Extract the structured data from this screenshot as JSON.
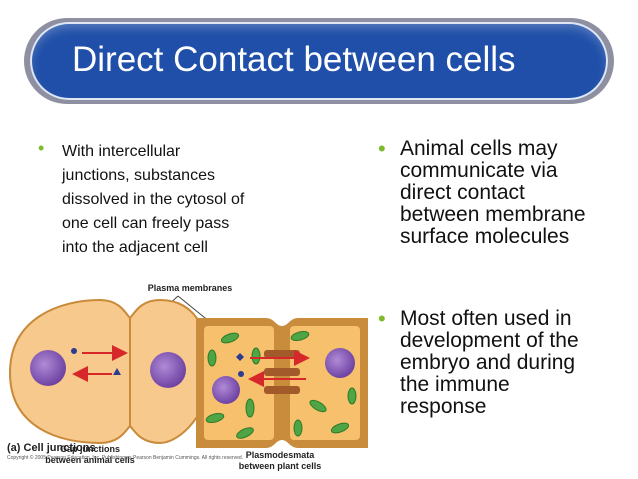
{
  "title": "Direct Contact between cells",
  "left_bullet": {
    "lines": [
      "With intercellular",
      "junctions, substances",
      "dissolved in the cytosol of",
      "one cell can freely pass",
      "into the adjacent cell"
    ]
  },
  "right_bullets": [
    {
      "lines": [
        "Animal cells may",
        "communicate via",
        "direct contact",
        "between membrane",
        "surface molecules"
      ]
    },
    {
      "lines": [
        "Most often used in",
        "development of the",
        "embryo and during",
        "the immune",
        "response"
      ]
    }
  ],
  "figure": {
    "plasma_label": "Plasma membranes",
    "gap_label": [
      "Gap junctions",
      "between animal cells"
    ],
    "plasmo_label": [
      "Plasmodesmata",
      "between plant cells"
    ],
    "panel_label": "(a) Cell junctions",
    "copyright": "Copyright © 2005 Pearson Education, Inc. Publishing as Pearson Benjamin Cummings. All rights reserved."
  },
  "colors": {
    "title_bg": "#1f4fa8",
    "bullet": "#7fba2b",
    "animal_cell": "#f7c98c",
    "plant_cell": "#f3b15b",
    "nucleus": "#8d62b8",
    "chloroplast": "#4fa444",
    "arrow": "#d6282b"
  }
}
